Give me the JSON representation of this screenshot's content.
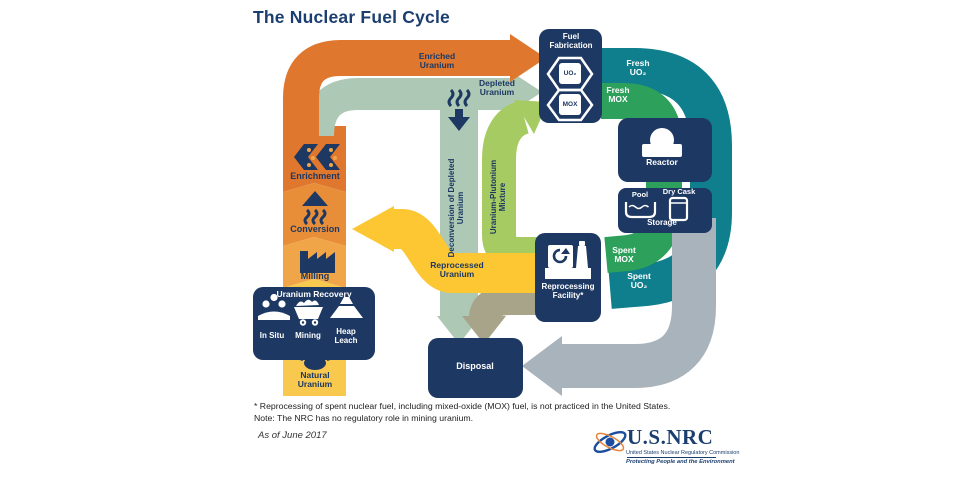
{
  "title": "The Nuclear Fuel Cycle",
  "colors": {
    "navy": "#1d3862",
    "orange": "#e0772e",
    "yellow_band": "#fcc733",
    "column_yellow": "#f8c94e",
    "sage": "#adc8b5",
    "teal": "#0f7e8d",
    "green": "#2da05c",
    "light_green": "#a7cb63",
    "gray": "#a8b3bb",
    "tan": "#a8a489"
  },
  "flows": {
    "enriched_uranium": "Enriched\nUranium",
    "depleted_uranium": "Depleted\nUranium",
    "deconversion": "Deconversion of Depleted\nUranium",
    "u_pu_mixture": "Uranium-Plutonium\nMixture",
    "fresh_uo2": "Fresh\nUO₂",
    "fresh_mox": "Fresh\nMOX",
    "spent_mox": "Spent\nMOX",
    "spent_uo2": "Spent\nUO₂",
    "reprocessed_uranium": "Reprocessed\nUranium",
    "natural_uranium": "Natural\nUranium"
  },
  "stages": {
    "enrichment": "Enrichment",
    "conversion": "Conversion",
    "milling": "Milling"
  },
  "boxes": {
    "fuel_fabrication": {
      "label": "Fuel\nFabrication",
      "pellets": [
        "UO₂",
        "MOX"
      ]
    },
    "reactor": {
      "label": "Reactor"
    },
    "storage": {
      "pool": "Pool",
      "dry_cask": "Dry Cask",
      "label": "Storage"
    },
    "reprocessing": {
      "label": "Reprocessing\nFacility*"
    },
    "disposal": {
      "label": "Disposal"
    },
    "uranium_recovery": {
      "label": "Uranium Recovery",
      "methods": [
        "In Situ",
        "Mining",
        "Heap\nLeach"
      ]
    }
  },
  "footnotes": {
    "line1": "* Reprocessing of spent nuclear fuel, including mixed-oxide (MOX) fuel, is not practiced in the United States.",
    "line2": "Note: The NRC has no regulatory role in mining uranium."
  },
  "as_of": "As of June 2017",
  "logo": {
    "name": "U.S.NRC",
    "caption": "United States Nuclear Regulatory Commission",
    "tagline": "Protecting People and the Environment"
  }
}
